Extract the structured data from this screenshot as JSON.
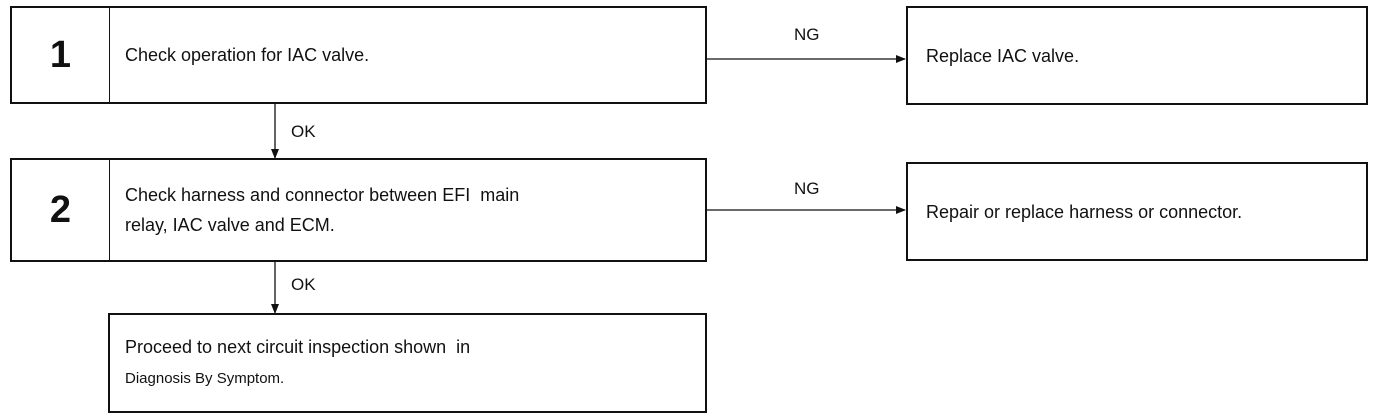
{
  "steps": [
    {
      "number": "1",
      "text": "Check operation for IAC valve."
    },
    {
      "number": "2",
      "text_line1": "Check harness and connector between EFI  main",
      "text_line2": "relay, IAC valve and ECM."
    }
  ],
  "results": [
    {
      "text": "Replace IAC valve."
    },
    {
      "text": "Repair or replace harness or connector."
    }
  ],
  "final": {
    "text_line1": "Proceed to next circuit inspection shown  in",
    "text_line2": "Diagnosis By Symptom."
  },
  "labels": {
    "ng": "NG",
    "ok": "OK"
  }
}
